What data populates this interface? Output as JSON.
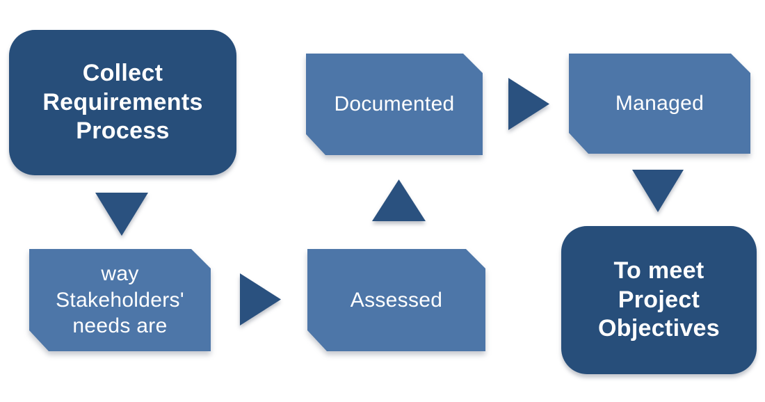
{
  "diagram": {
    "type": "flowchart",
    "nodes": [
      {
        "id": "collect-requirements-process",
        "label": "Collect\nRequirements\nProcess",
        "style": "dark"
      },
      {
        "id": "stakeholders-needs",
        "label": "way\nStakeholders'\nneeds are",
        "style": "light"
      },
      {
        "id": "assessed",
        "label": "Assessed",
        "style": "light"
      },
      {
        "id": "documented",
        "label": "Documented",
        "style": "light"
      },
      {
        "id": "managed",
        "label": "Managed",
        "style": "light"
      },
      {
        "id": "to-meet-project-objectives",
        "label": "To meet\nProject\nObjectives",
        "style": "dark"
      }
    ],
    "arrows": [
      {
        "from": "collect-requirements-process",
        "to": "stakeholders-needs",
        "direction": "down"
      },
      {
        "from": "stakeholders-needs",
        "to": "assessed",
        "direction": "right"
      },
      {
        "from": "assessed",
        "to": "documented",
        "direction": "up"
      },
      {
        "from": "documented",
        "to": "managed",
        "direction": "right"
      },
      {
        "from": "managed",
        "to": "to-meet-project-objectives",
        "direction": "down"
      }
    ],
    "colors": {
      "dark_node": "#274E7A",
      "light_node": "#4D76A8",
      "arrow": "#2A517F",
      "text": "#FFFFFF",
      "background": "#FFFFFF"
    }
  }
}
